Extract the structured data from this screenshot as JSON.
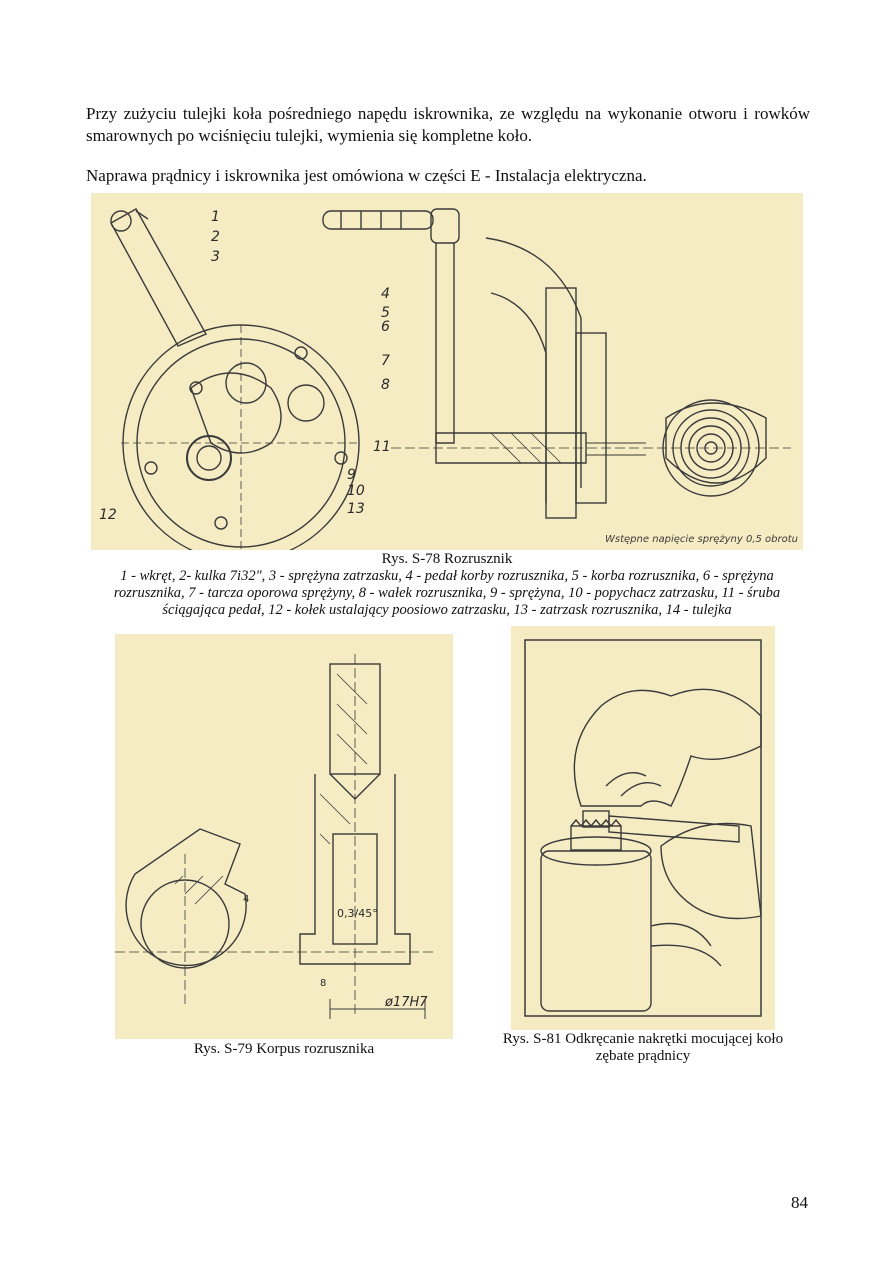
{
  "paragraphs": {
    "p1": "Przy zużyciu tulejki koła pośredniego napędu iskrownika, ze względu na wykonanie otworu i rowków smarownych po wciśnięciu tulejki, wymienia się kompletne koło.",
    "p2": "Naprawa prądnicy i iskrownika jest omówiona w części E - Instalacja elektryczna."
  },
  "figure78": {
    "caption": "Rys. S-78 Rozrusznik",
    "legend": "1 - wkręt, 2- kulka 7i32\", 3 - sprężyna zatrzasku, 4 - pedał korby rozrusznika, 5 - korba rozrusznika, 6 - sprężyna rozrusznika, 7 - tarcza oporowa sprężyny, 8 - wałek rozrusznika, 9 - sprężyna, 10 - popychacz zatrzasku, 11 - śruba ściągająca pedał, 12 - kołek ustalający poosiowo zatrzasku, 13 - zatrzask rozrusznika, 14 - tulejka",
    "callouts": [
      "1",
      "2",
      "3",
      "4",
      "5",
      "6",
      "7",
      "8",
      "11",
      "9",
      "10",
      "13",
      "12"
    ],
    "note": "Wstępne napięcie sprężyny 0,5 obrotu"
  },
  "figure79": {
    "caption": "Rys. S-79 Korpus rozrusznika",
    "dims": [
      "0,3/45°",
      "ø17H7",
      "4",
      "8"
    ]
  },
  "figure81": {
    "caption": "Rys. S-81 Odkręcanie nakrętki mocującej koło zębate prądnicy"
  },
  "page_number": "84",
  "colors": {
    "figure_bg": "#f6ecc4",
    "ink": "#3a3a3a"
  }
}
